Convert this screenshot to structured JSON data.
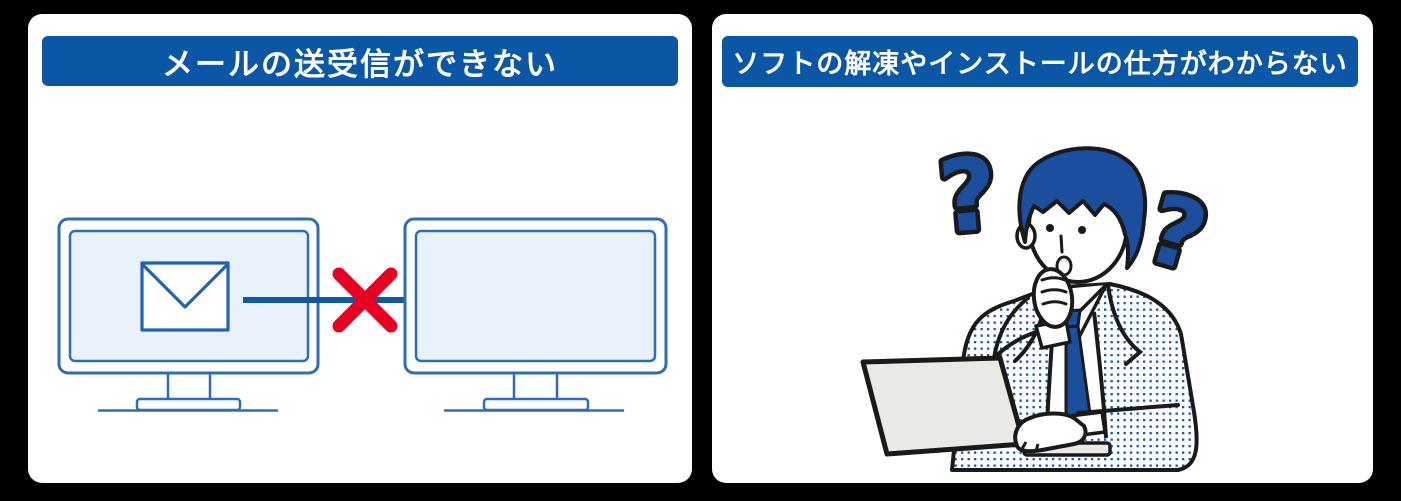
{
  "canvas": {
    "background": "#000000",
    "panel_background": "#ffffff"
  },
  "colors": {
    "title_bar_blue": "#0b57a5",
    "title_text": "#ffffff",
    "monitor_outline_blue": "#2e6db4",
    "screen_fill_blue": "#e9f2fb",
    "arrow_blue": "#0f57a9",
    "cross_red": "#e60021",
    "illustration_ink": "#1a1a1a",
    "illustration_blue": "#1b4e9c",
    "suit_dot_blue": "#1d55a8",
    "laptop_gray": "#e9e9e6"
  },
  "panels": [
    {
      "title": "メールの送受信ができない",
      "illustration": "sender monitor with email envelope, blocked arrow with red cross, receiver monitor"
    },
    {
      "title": "ソフトの解凍やインストールの仕方がわからない",
      "illustration": "confused man with question marks thinking at a laptop"
    }
  ]
}
